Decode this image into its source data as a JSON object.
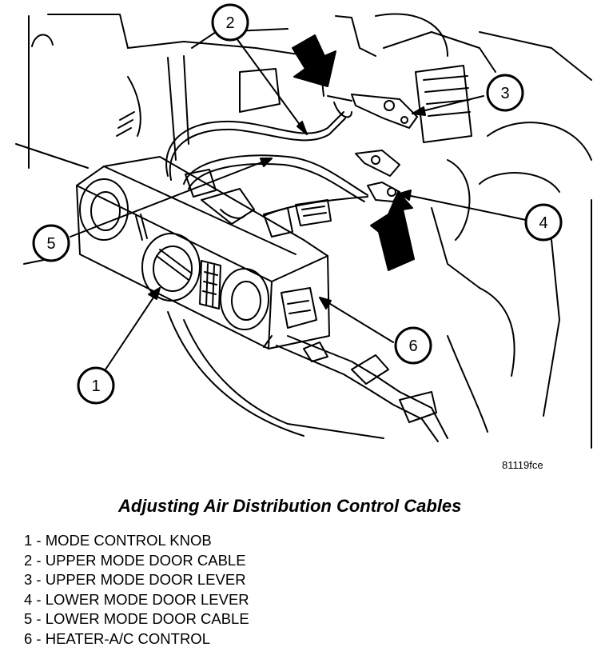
{
  "figure_id": "81119fce",
  "title": "Adjusting Air Distribution Control Cables",
  "legend": [
    {
      "number": "1",
      "label": "1 - MODE CONTROL KNOB"
    },
    {
      "number": "2",
      "label": "2 - UPPER MODE DOOR CABLE"
    },
    {
      "number": "3",
      "label": "3 - UPPER MODE DOOR LEVER"
    },
    {
      "number": "4",
      "label": "4 - LOWER MODE DOOR LEVER"
    },
    {
      "number": "5",
      "label": "5 - LOWER MODE DOOR CABLE"
    },
    {
      "number": "6",
      "label": "6 - HEATER-A/C CONTROL"
    }
  ],
  "callouts": [
    "1",
    "2",
    "3",
    "4",
    "5",
    "6"
  ]
}
